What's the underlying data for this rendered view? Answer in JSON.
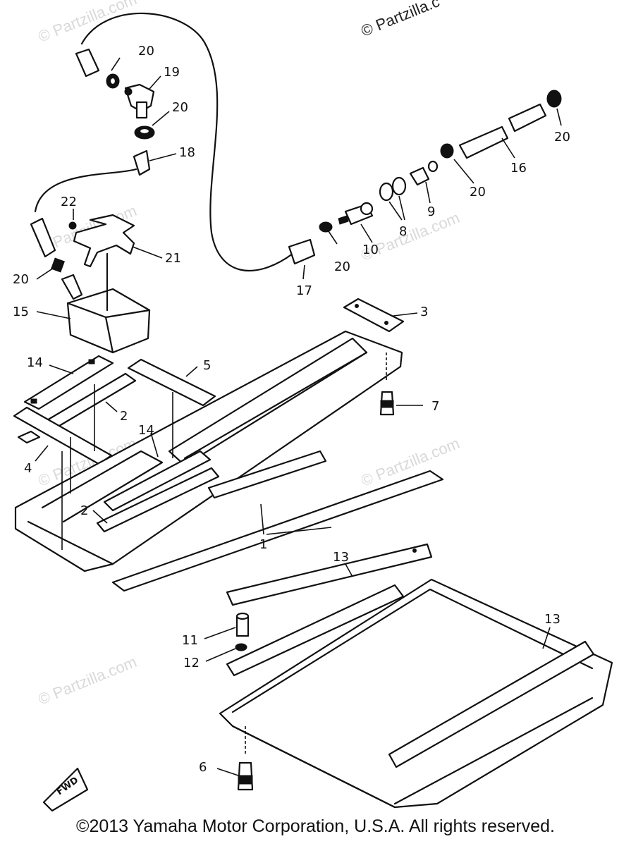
{
  "watermark": {
    "top_right": "© Partzilla.c",
    "repeat": "© Partzilla.com"
  },
  "callouts": {
    "c1": "1",
    "c2a": "2",
    "c2b": "2",
    "c3": "3",
    "c4": "4",
    "c5": "5",
    "c6": "6",
    "c7": "7",
    "c8": "8",
    "c9": "9",
    "c10": "10",
    "c11": "11",
    "c12": "12",
    "c13a": "13",
    "c13b": "13",
    "c14a": "14",
    "c14b": "14",
    "c15": "15",
    "c16": "16",
    "c17": "17",
    "c18": "18",
    "c19": "19",
    "c20a": "20",
    "c20b": "20",
    "c20c": "20",
    "c20d": "20",
    "c20e": "20",
    "c20f": "20",
    "c21": "21",
    "c22": "22"
  },
  "fwd_label": "FWD",
  "copyright": "©2013 Yamaha Motor Corporation, U.S.A. All rights reserved."
}
